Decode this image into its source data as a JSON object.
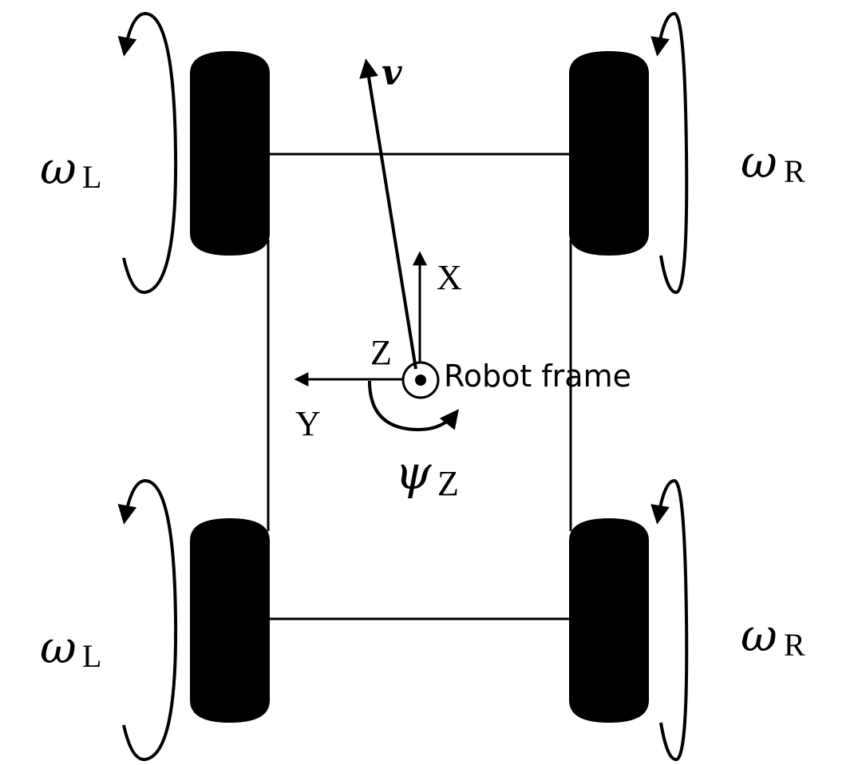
{
  "labels": {
    "velocity": "v",
    "omega_symbol": "ω",
    "left_subscript": "L",
    "right_subscript": "R",
    "axis_x": "X",
    "axis_y": "Y",
    "axis_z": "Z",
    "frame_label": "Robot frame",
    "yaw_symbol": "ψ",
    "yaw_subscript": "Z"
  },
  "colors": {
    "stroke": "#000000",
    "background": "#ffffff"
  }
}
